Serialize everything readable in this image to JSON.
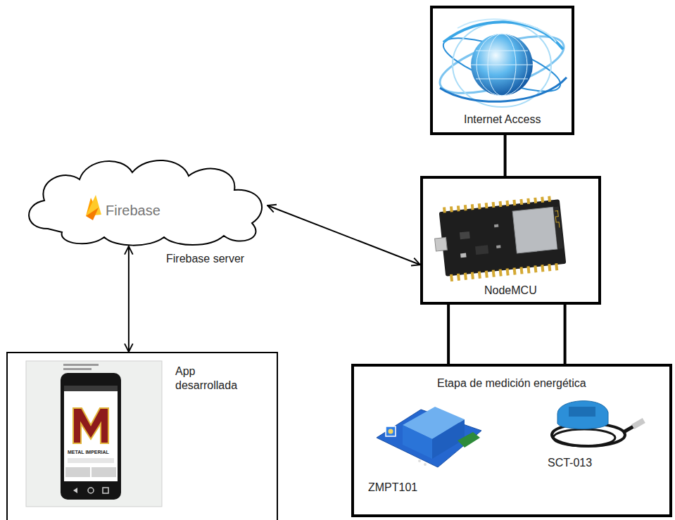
{
  "diagram": {
    "nodes": [
      {
        "text": [
          "Internet Access"
        ]
      },
      {
        "text": [
          "Firebase",
          "Firebase server"
        ]
      },
      {
        "text": [
          "NodeMCU"
        ]
      },
      {
        "text": [
          "App desarrollada"
        ]
      },
      {
        "text": [
          "Etapa de medición energética"
        ]
      }
    ],
    "edges": [
      {
        "from": 0,
        "to": 2,
        "arrow": "none"
      },
      {
        "from": 1,
        "to": 2,
        "arrow": "both"
      },
      {
        "from": 1,
        "to": 3,
        "arrow": "both"
      },
      {
        "from": 2,
        "to": 4,
        "arrow": "none"
      },
      {
        "from": 2,
        "to": 4,
        "arrow": "none"
      }
    ],
    "labels": [
      "ZMPT101",
      "SCT-013",
      "METAL IMPERIAL"
    ]
  }
}
